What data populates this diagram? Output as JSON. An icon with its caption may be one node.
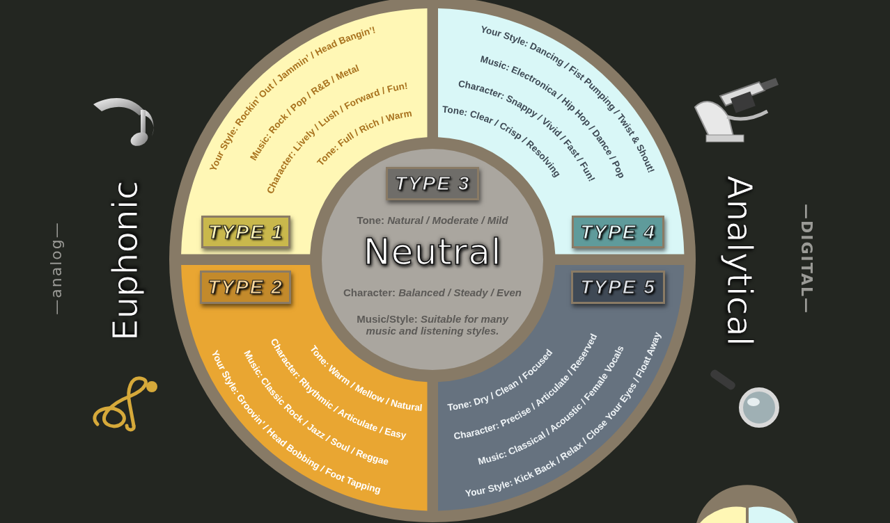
{
  "diagram": {
    "nodes": [
      {
        "text": [
          "Your Style: Rockin’ Out / Jammin’ / Head Bangin’!",
          "Music: Rock / Pop / R&B / Metal",
          "Character: Lively / Lush / Forward / Fun!",
          "Tone: Full / Rich / Warm"
        ]
      },
      {
        "text": [
          "TYPE 1"
        ],
        "in": 0
      },
      {
        "text": [
          "Your Style: Dancing / Fist Pumping / Twist & Shout!",
          "Music: Electronica / Hip Hop / Dance / Pop",
          "Character: Snappy / Vivid / Fast / Fun!",
          "Tone: Clear / Crisp / Resolving"
        ]
      },
      {
        "text": [
          "TYPE 4"
        ],
        "in": 2
      },
      {
        "text": [
          "Tone: *Natural / Moderate / Mild*",
          "Neutral",
          "Character: *Balanced / Steady / Even*",
          "Music/Style: *Suitable for many music and listening styles.*"
        ]
      },
      {
        "text": [
          "TYPE 3"
        ],
        "in": 4
      },
      {
        "text": [
          "Tone: Warm / Mellow / Natural",
          "Character: Rhythmic / Articulate / Easy",
          "Music: Classic Rock / Jazz / Soul / Reggae",
          "Your Style: Groovin’ / Head Bobbing / Foot Tapping"
        ]
      },
      {
        "text": [
          "TYPE 2"
        ],
        "in": 6
      },
      {
        "text": [
          "Tone: Dry / Clean / Focused",
          "Character: Precise / Articulate / Reserved",
          "Music: Classical / Acoustic / Female Vocals",
          "Your Style: Kick Back / Relax / Close Your Eyes / Float Away"
        ]
      },
      {
        "text": [
          "TYPE 5"
        ],
        "in": 8
      }
    ],
    "labels": [
      "—analog—",
      "Euphonic",
      "Analytical",
      "—DIGITAL—"
    ]
  }
}
